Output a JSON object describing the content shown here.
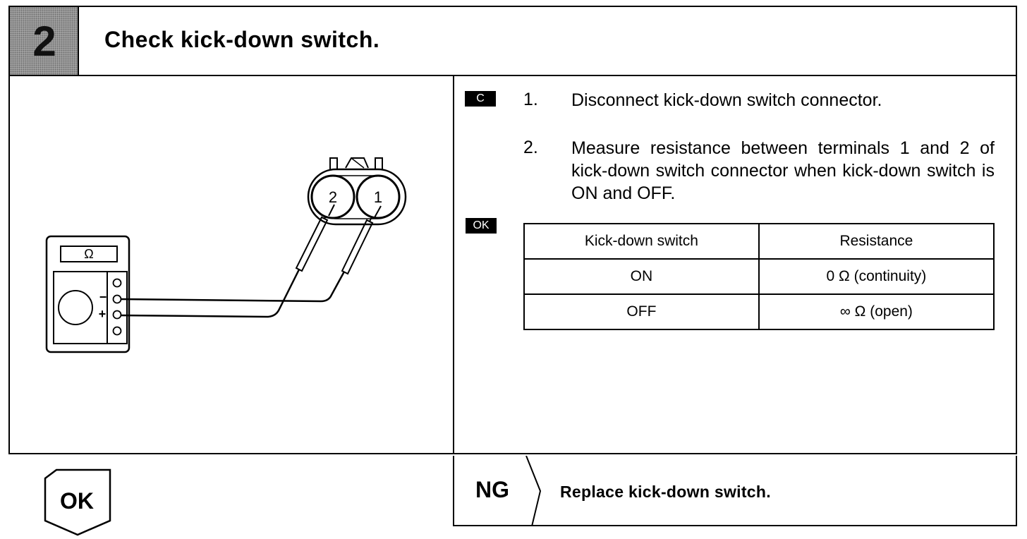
{
  "step": {
    "number": "2",
    "title": "Check kick-down switch."
  },
  "diagram": {
    "meter_symbol": "Ω",
    "meter_minus": "−",
    "meter_plus": "+",
    "terminal_2": "2",
    "terminal_1": "1"
  },
  "tags": {
    "c": "C",
    "ok": "OK"
  },
  "instructions": [
    {
      "num": "1.",
      "text": "Disconnect kick-down switch connector."
    },
    {
      "num": "2.",
      "text": "Measure resistance between terminals 1 and 2 of kick-down switch connector when kick-down switch is ON and OFF."
    }
  ],
  "table": {
    "headers": [
      "Kick-down switch",
      "Resistance"
    ],
    "rows": [
      [
        "ON",
        "0 Ω (continuity)"
      ],
      [
        "OFF",
        "∞ Ω (open)"
      ]
    ]
  },
  "result": {
    "ok_label": "OK",
    "ng_label": "NG",
    "ng_action": "Replace kick-down switch."
  }
}
